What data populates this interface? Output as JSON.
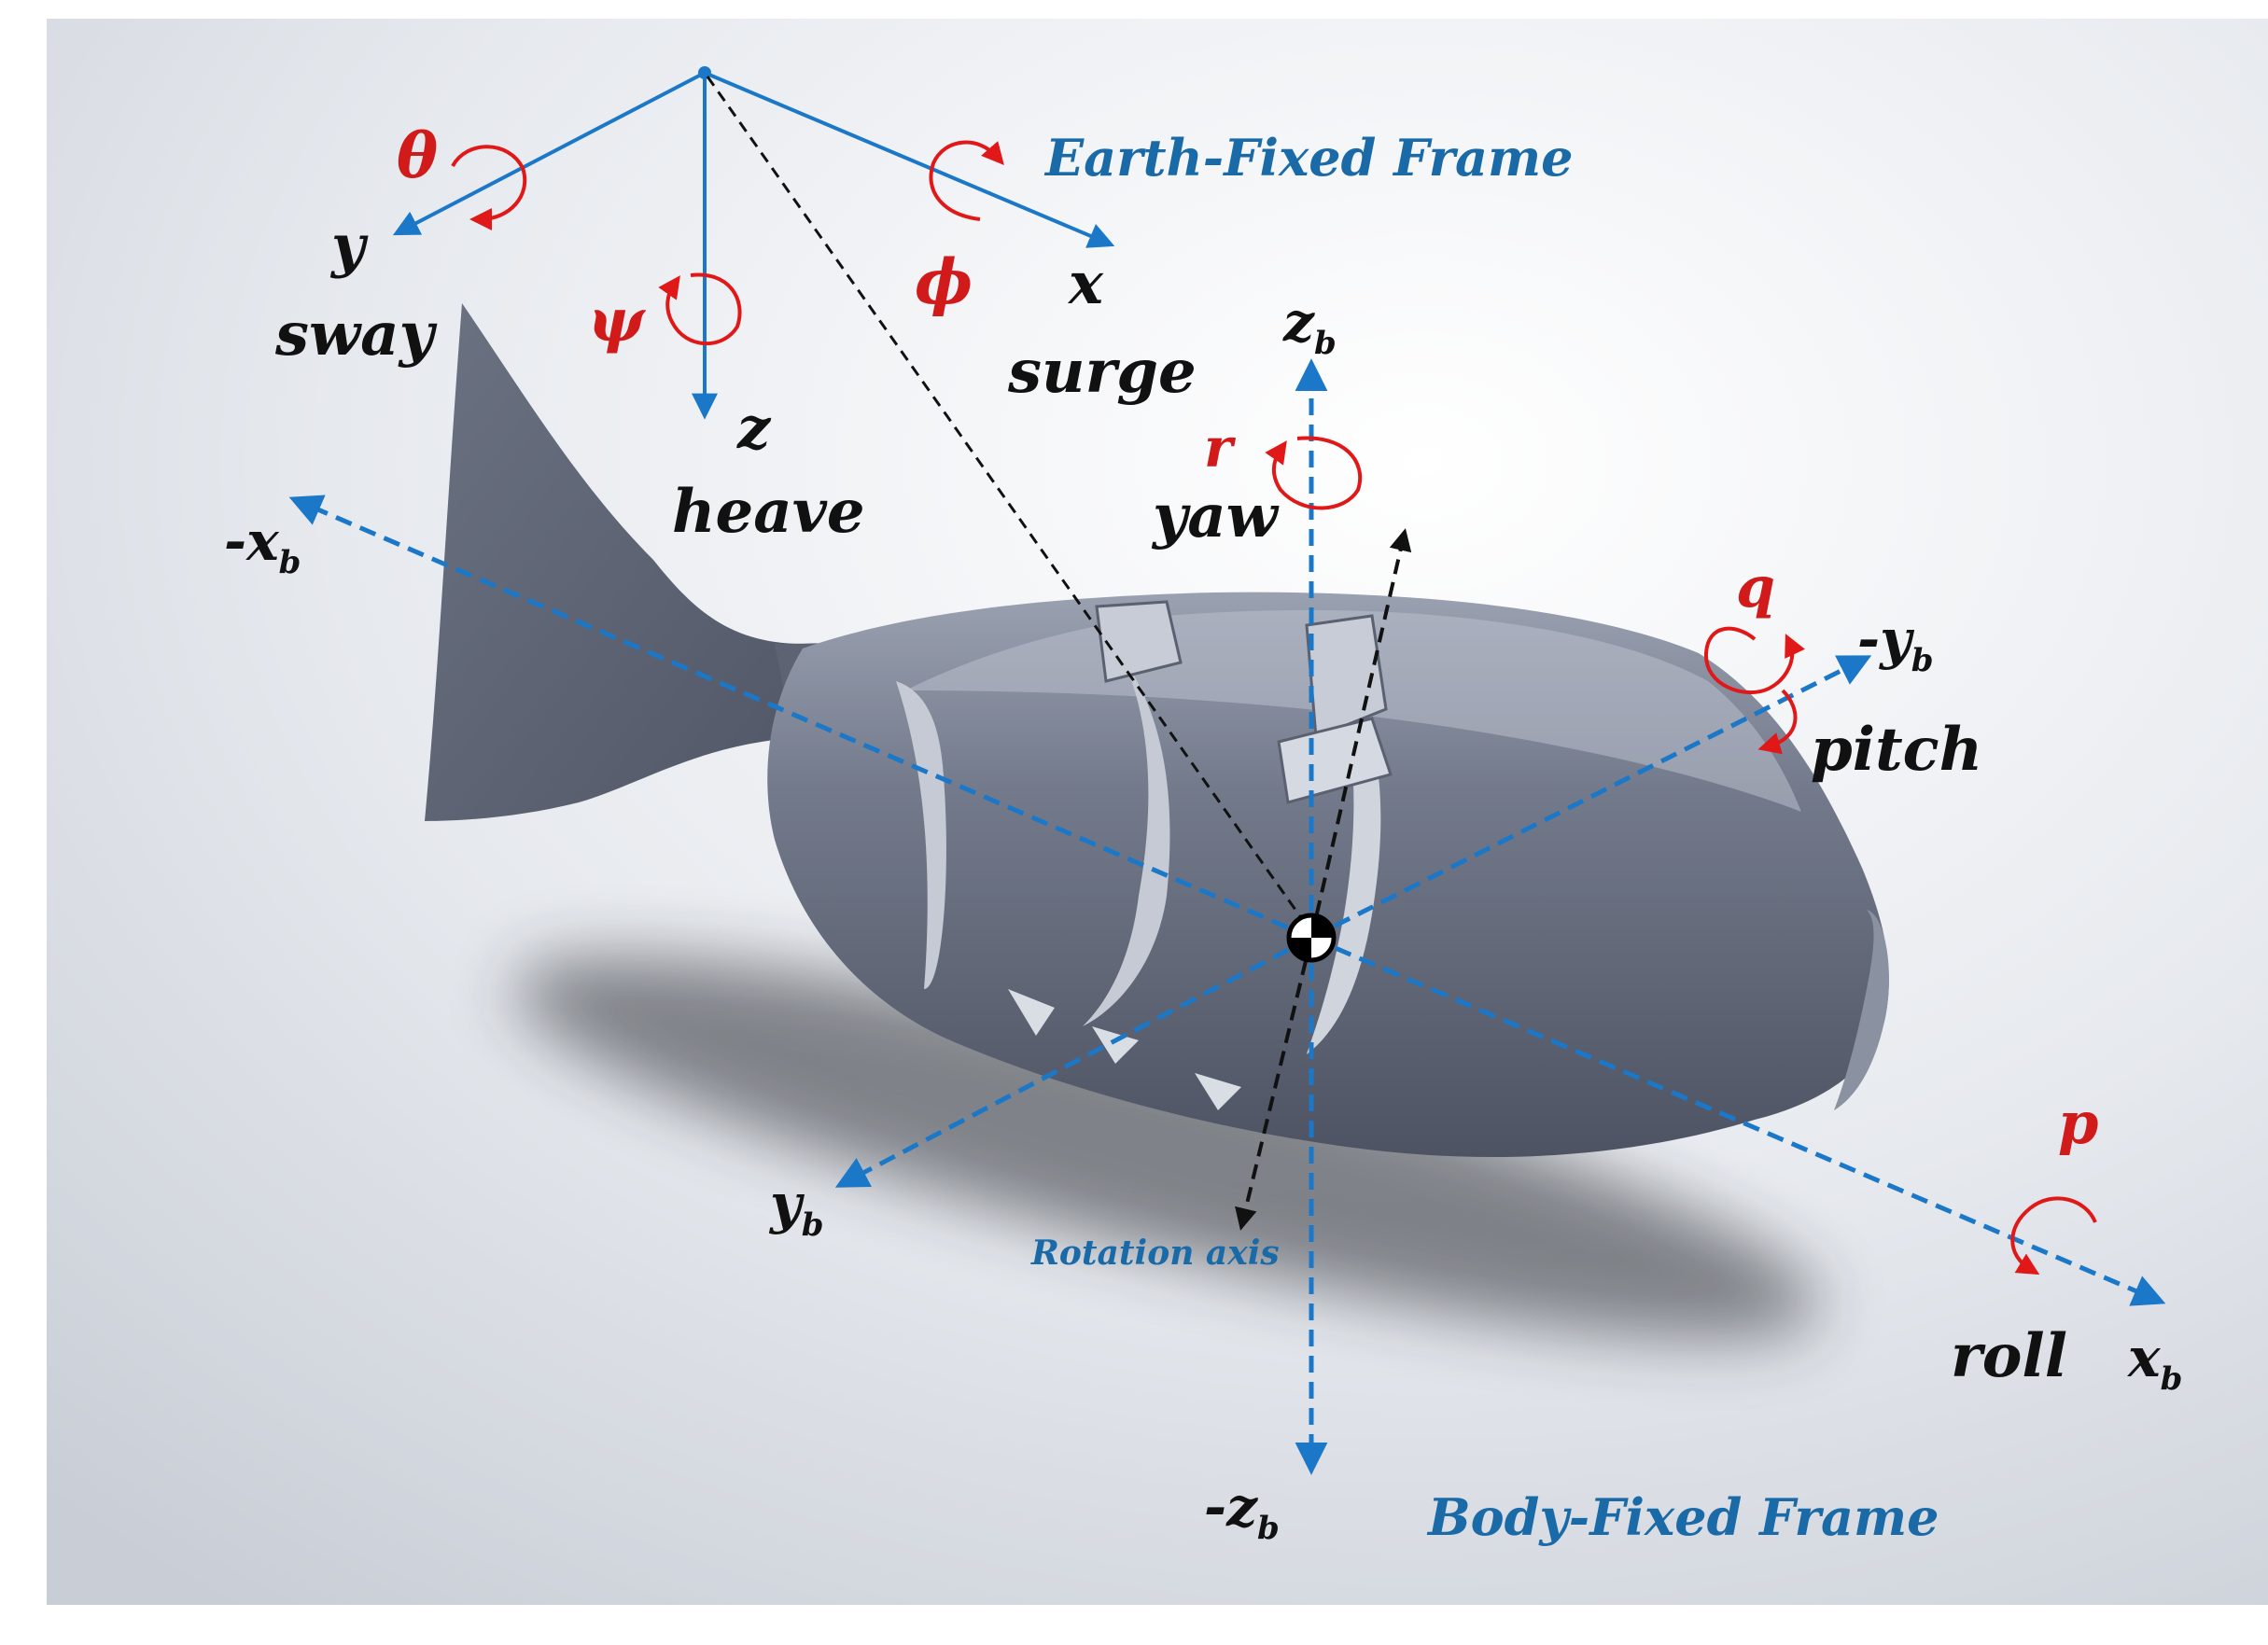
{
  "frames": {
    "earth_fixed": "Earth-Fixed Frame",
    "body_fixed": "Body-Fixed Frame"
  },
  "earth_axes": {
    "y": "y",
    "sway": "sway",
    "z": "z",
    "heave": "heave",
    "x": "x",
    "surge": "surge",
    "theta": "θ",
    "psi": "ψ",
    "phi": "ϕ"
  },
  "body_axes": {
    "zb_base": "z",
    "neg_zb_base": "-z",
    "xb_base": "x",
    "neg_xb_base": "-x",
    "yb_base": "y",
    "neg_yb_base": "-y",
    "sub": "b",
    "yaw": "yaw",
    "pitch": "pitch",
    "roll": "roll",
    "r": "r",
    "q": "q",
    "p": "p"
  },
  "rotation_axis": "Rotation axis",
  "colors": {
    "axis_blue": "#1b78c8",
    "rotation_red": "#e01818",
    "label_black": "#111111",
    "frame_label_blue": "#1b6aa8",
    "body_gray": "#6a7181"
  }
}
